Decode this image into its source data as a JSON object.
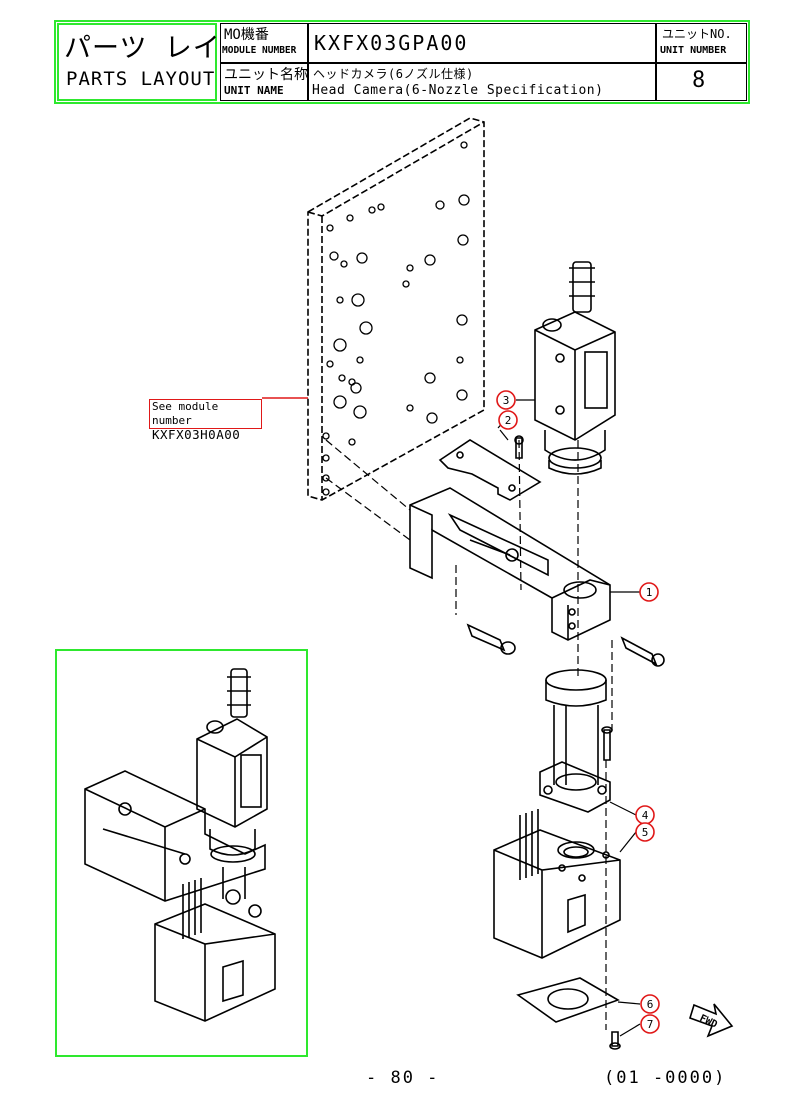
{
  "header": {
    "title_jp": "パーツ レイアウト",
    "title_en": "PARTS LAYOUT",
    "module_no_label_jp": "MO機番",
    "module_no_label_en": "MODULE NUMBER",
    "module_no_value": "KXFX03GPA00",
    "unit_name_label_jp": "ユニット名称",
    "unit_name_label_en": "UNIT NAME",
    "unit_name_value_jp": "ヘッドカメラ(6ノズル仕様)",
    "unit_name_value_en": "Head Camera(6-Nozzle Specification)",
    "unit_no_label_jp": "ユニットNO.",
    "unit_no_label_en": "UNIT NUMBER",
    "unit_no_value": "8"
  },
  "callout": {
    "line1": "See module number",
    "line2": "KXFX03H0A00"
  },
  "part_labels": [
    "1",
    "2",
    "3",
    "4",
    "5",
    "6",
    "7"
  ],
  "fwd_label": "FWD",
  "footer": {
    "page": "- 80 -",
    "code": "(01 -0000)"
  },
  "colors": {
    "frame_green": "#2ee82e",
    "callout_red": "#e01818"
  }
}
